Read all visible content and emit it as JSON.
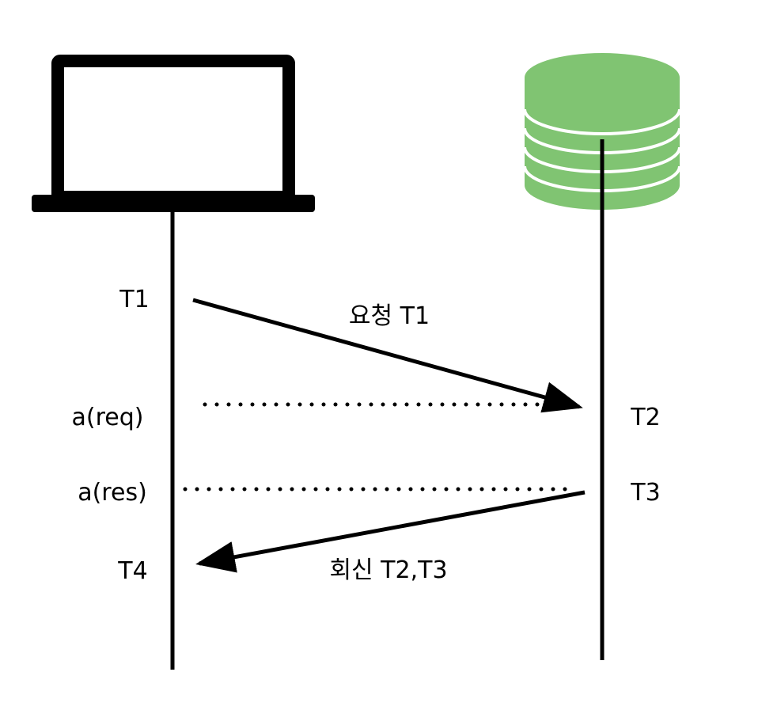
{
  "diagram": {
    "client_icon": "laptop-icon",
    "server_icon": "database-icon",
    "server_color": "#80c472",
    "line_color": "#000000",
    "labels": {
      "t1": "T1",
      "t2": "T2",
      "t3": "T3",
      "t4": "T4",
      "a_req": "a(req)",
      "a_res": "a(res)",
      "request": "요청 T1",
      "reply": "회신 T2,T3"
    }
  }
}
